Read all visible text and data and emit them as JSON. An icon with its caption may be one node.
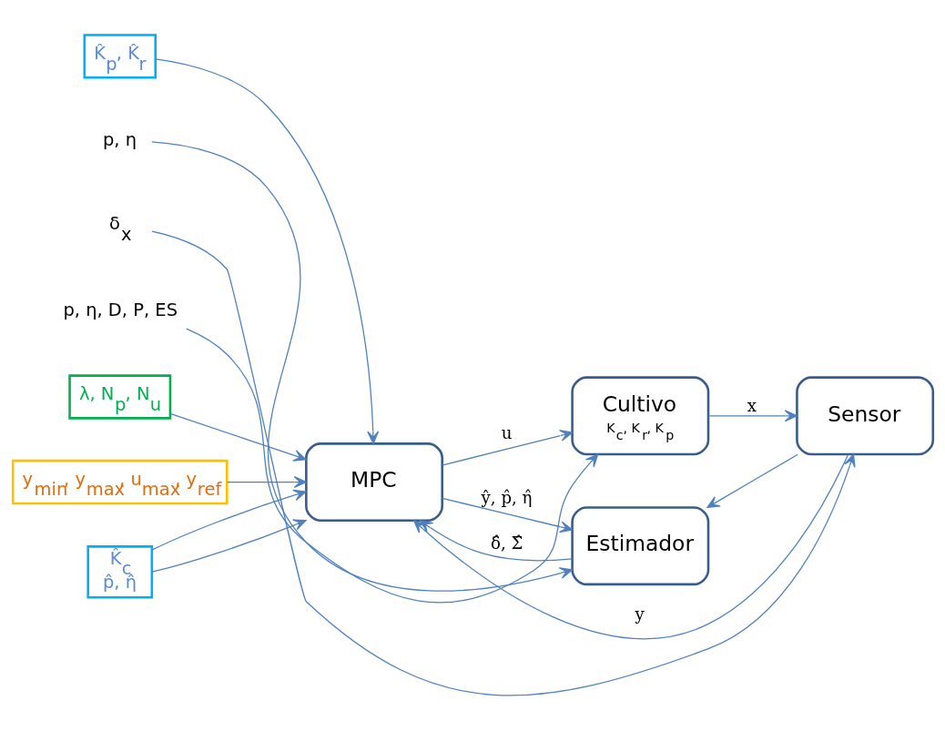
{
  "diagram": {
    "nodes": [
      {
        "text": [
          "K̂$_{p}$, K̂$_{r}$"
        ]
      },
      {
        "text": [
          "λ, N$_{p}$, N$_{u}$"
        ]
      },
      {
        "text": [
          "y$_{min}$, y$_{max}$, u$_{max}$, y$_{ref}$"
        ]
      },
      {
        "text": [
          "K̂$_{c}$",
          "p̂, η̂"
        ]
      },
      {
        "text": [
          "MPC"
        ]
      },
      {
        "text": [
          "Cultivo",
          "K$_{c}$, K$_{r}$, K$_{p}$"
        ]
      },
      {
        "text": [
          "Estimador"
        ]
      },
      {
        "text": [
          "Sensor"
        ]
      },
      {
        "text": [
          "p, η, D, P, ES"
        ]
      },
      {
        "text": [
          "p, η"
        ]
      },
      {
        "text": [
          "δ$_{x}$"
        ]
      }
    ],
    "edges": [
      {
        "from": 0,
        "to": 4,
        "arrow": "to"
      },
      {
        "from": 1,
        "to": 4,
        "arrow": "to"
      },
      {
        "from": 2,
        "to": 4,
        "arrow": "to"
      },
      {
        "from": 3,
        "to": 4,
        "arrow": "to"
      },
      {
        "from": 3,
        "to": 4,
        "arrow": "to"
      },
      {
        "from": 7,
        "to": 4,
        "arrow": "to",
        "label": "y"
      },
      {
        "from": 7,
        "to": 6,
        "arrow": "to"
      },
      {
        "from": 6,
        "to": 4,
        "arrow": "to",
        "label": "δ̂, Σ̂"
      },
      {
        "from": 4,
        "to": 5,
        "arrow": "to",
        "label": "u"
      },
      {
        "from": 4,
        "to": 6,
        "arrow": "to",
        "label": "ŷ, p̂, η̂"
      },
      {
        "from": 5,
        "to": 7,
        "arrow": "to",
        "label": "x"
      },
      {
        "from": 8,
        "to": 5,
        "arrow": "to"
      },
      {
        "from": 9,
        "to": 6,
        "arrow": "to"
      },
      {
        "from": 10,
        "to": 7,
        "arrow": "to"
      }
    ]
  }
}
